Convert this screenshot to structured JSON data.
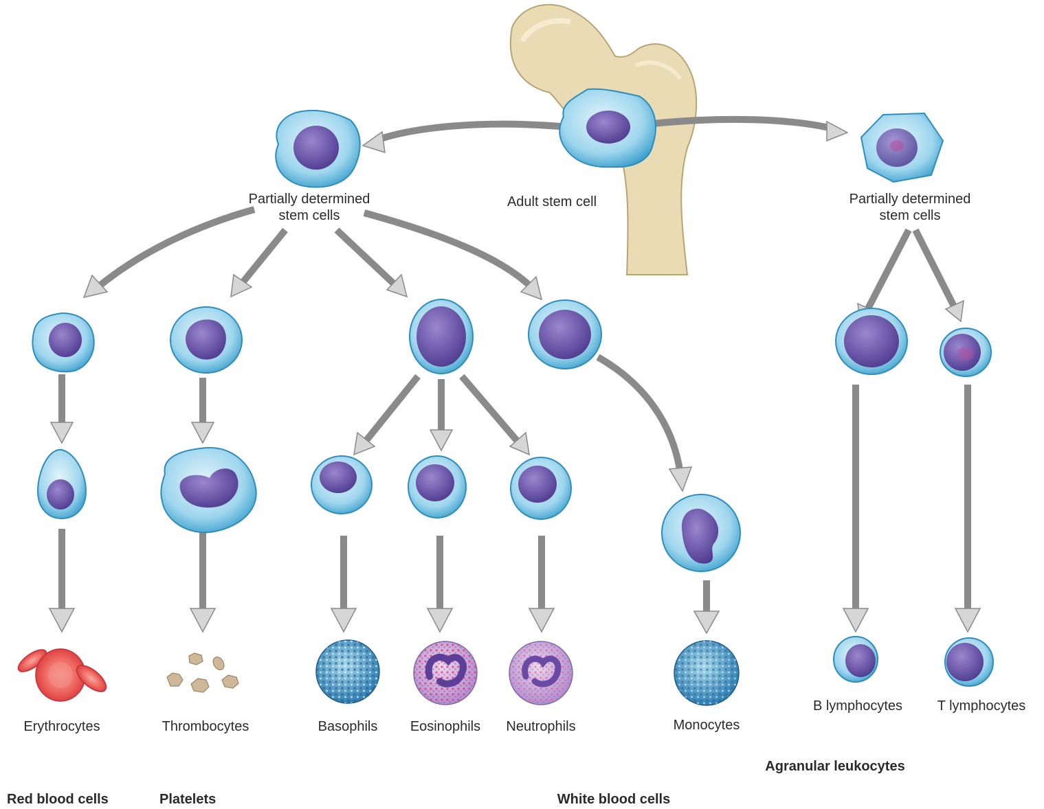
{
  "labels": {
    "adult_stem_cell": "Adult stem cell",
    "partial_left_line1": "Partially determined",
    "partial_left_line2": "stem cells",
    "partial_right_line1": "Partially determined",
    "partial_right_line2": "stem cells",
    "erythrocytes": "Erythrocytes",
    "thrombocytes": "Thrombocytes",
    "basophils": "Basophils",
    "eosinophils": "Eosinophils",
    "neutrophils": "Neutrophils",
    "monocytes": "Monocytes",
    "b_lymphocytes": "B lymphocytes",
    "t_lymphocytes": "T lymphocytes"
  },
  "groups": {
    "red_blood_cells": "Red blood cells",
    "platelets": "Platelets",
    "white_blood_cells": "White blood cells",
    "agranular_leukocytes": "Agranular leukocytes"
  },
  "colors": {
    "cytoplasm": "#9fd6ee",
    "cytoplasm_edge": "#3a9fcc",
    "nucleus": "#6a55a8",
    "bone": "#e9dcb4",
    "red_cell": "#e84a4a",
    "platelet": "#cdb89a",
    "arrow": "#d6d6d6"
  }
}
